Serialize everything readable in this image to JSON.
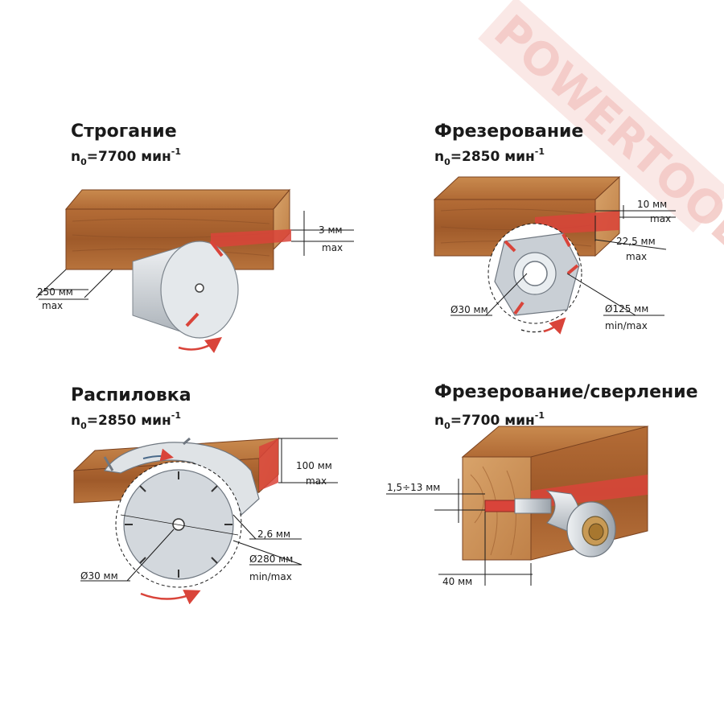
{
  "watermark": "POWERTOOL",
  "colors": {
    "accent_red": "#d9443a",
    "wood": "#b8703d",
    "wood_dark": "#8a4e26",
    "steel": "#c9cfd5"
  },
  "panels": {
    "planing": {
      "title": "Строгание",
      "speed_prefix": "n",
      "speed_sub": "0",
      "speed_value": "=7700 мин",
      "speed_sup": "-1",
      "dim_width_value": "250 мм",
      "dim_width_unit": "max",
      "dim_depth_value": "3 мм",
      "dim_depth_unit": "max"
    },
    "milling": {
      "title": "Фрезерование",
      "speed_prefix": "n",
      "speed_sub": "0",
      "speed_value": "=2850 мин",
      "speed_sup": "-1",
      "dim_depth_value": "10 мм",
      "dim_depth_unit": "max",
      "dim_width_value": "22,5 мм",
      "dim_width_unit": "max",
      "dim_bore": "Ø30 мм",
      "dim_diameter_value": "Ø125 мм",
      "dim_diameter_unit": "min/max"
    },
    "sawing": {
      "title": "Распиловка",
      "speed_prefix": "n",
      "speed_sub": "0",
      "speed_value": "=2850 мин",
      "speed_sup": "-1",
      "dim_depth_value": "100 мм",
      "dim_depth_unit": "max",
      "dim_kerf": "2,6 мм",
      "dim_diameter_value": "Ø280 мм",
      "dim_diameter_unit": "min/max",
      "dim_bore": "Ø30 мм"
    },
    "drilling": {
      "title": "Фрезерование/сверление",
      "speed_prefix": "n",
      "speed_sub": "0",
      "speed_value": "=7700 мин",
      "speed_sup": "-1",
      "dim_diameter": "1,5÷13 мм",
      "dim_depth": "40 мм"
    }
  }
}
